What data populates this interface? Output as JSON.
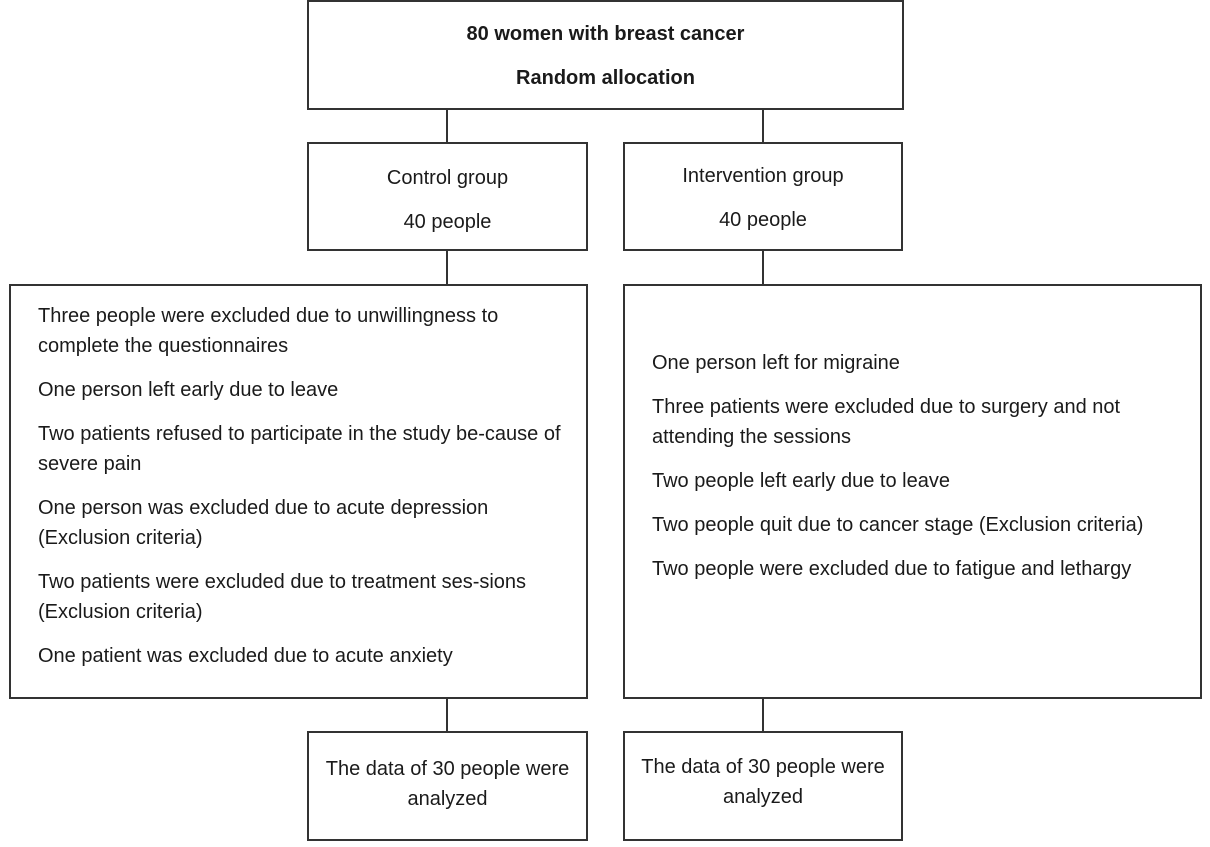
{
  "top": {
    "line1": "80 women with breast cancer",
    "line2": "Random allocation"
  },
  "control": {
    "name": "Control group",
    "count": "40 people",
    "exclusions": [
      "Three people were excluded due to unwillingness to complete the questionnaires",
      "One person left early due to leave",
      "Two patients refused to participate in the study be-cause of severe pain",
      "One person was excluded due to acute depression (Exclusion criteria)",
      "Two patients were excluded due to treatment ses-sions (Exclusion criteria)",
      "One patient was excluded due to acute anxiety"
    ],
    "result": "The data of 30 people were analyzed"
  },
  "intervention": {
    "name": "Intervention group",
    "count": "40 people",
    "exclusions": [
      "One person left for migraine",
      "Three patients were excluded due to surgery and not attending the sessions",
      "Two people left early due to leave",
      "Two people quit due to cancer stage (Exclusion criteria)",
      "Two people were excluded due to fatigue and lethargy"
    ],
    "result": "The data of 30 people were analyzed"
  }
}
